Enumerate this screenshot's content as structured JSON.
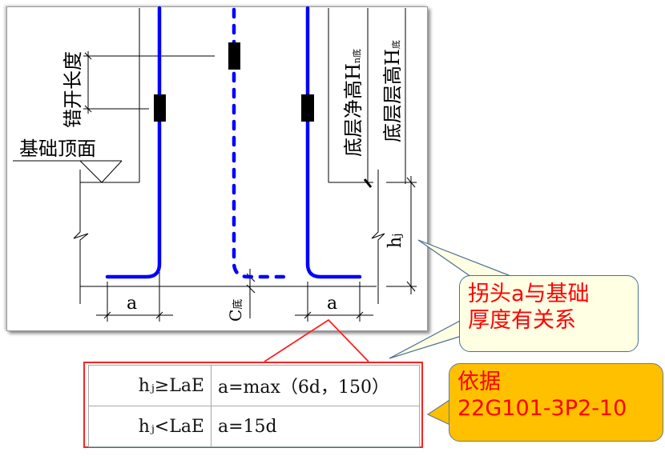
{
  "drawing": {
    "labels": {
      "stagger_length": "错开长度",
      "foundation_top": "基础顶面",
      "bottom_clear_height": "底层净高H",
      "bottom_clear_height_sub": "n底",
      "bottom_floor_height": "底层层高H",
      "bottom_floor_height_sub": "底",
      "hj": "h",
      "hj_sub": "j",
      "dim_a_left": "a",
      "dim_a_right": "a",
      "cover": "C",
      "cover_sub": "底"
    },
    "colors": {
      "rebar": "#0000ff",
      "coupler": "#000000",
      "line": "#000000"
    }
  },
  "table": {
    "rows": [
      {
        "condition": "hⱼ≥LaE",
        "value": "a=max（6d，150）"
      },
      {
        "condition": "hⱼ<LaE",
        "value": "a=15d"
      }
    ],
    "border_color": "#ff2020"
  },
  "callouts": {
    "relation": {
      "line1": "拐头a与基础",
      "line2": "厚度有关系",
      "bg": "#ffffe4",
      "text_color": "#ff0000"
    },
    "basis": {
      "line1": "依据",
      "line2": "22G101-3P2-10",
      "bg": "#ffc000",
      "text_color": "#ff0000"
    }
  }
}
